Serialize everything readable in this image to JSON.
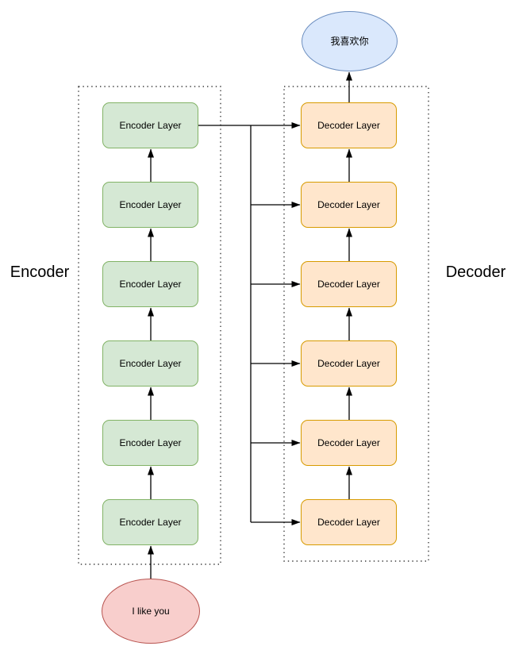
{
  "diagram": {
    "encoder": {
      "group_label": "Encoder",
      "layers": [
        {
          "label": "Encoder Layer"
        },
        {
          "label": "Encoder Layer"
        },
        {
          "label": "Encoder Layer"
        },
        {
          "label": "Encoder Layer"
        },
        {
          "label": "Encoder Layer"
        },
        {
          "label": "Encoder Layer"
        }
      ]
    },
    "decoder": {
      "group_label": "Decoder",
      "layers": [
        {
          "label": "Decoder Layer"
        },
        {
          "label": "Decoder Layer"
        },
        {
          "label": "Decoder Layer"
        },
        {
          "label": "Decoder Layer"
        },
        {
          "label": "Decoder Layer"
        },
        {
          "label": "Decoder Layer"
        }
      ]
    },
    "input_node": {
      "label": "I like you"
    },
    "output_node": {
      "label": "我喜欢你"
    },
    "colors": {
      "encoder_fill": "#d5e8d4",
      "encoder_border": "#82b366",
      "decoder_fill": "#ffe6cc",
      "decoder_border": "#d79b00",
      "input_fill": "#f8cecc",
      "input_border": "#b85450",
      "output_fill": "#dae8fc",
      "output_border": "#6c8ebf",
      "connector": "#000000",
      "boundary": "#3b3b3b"
    }
  }
}
